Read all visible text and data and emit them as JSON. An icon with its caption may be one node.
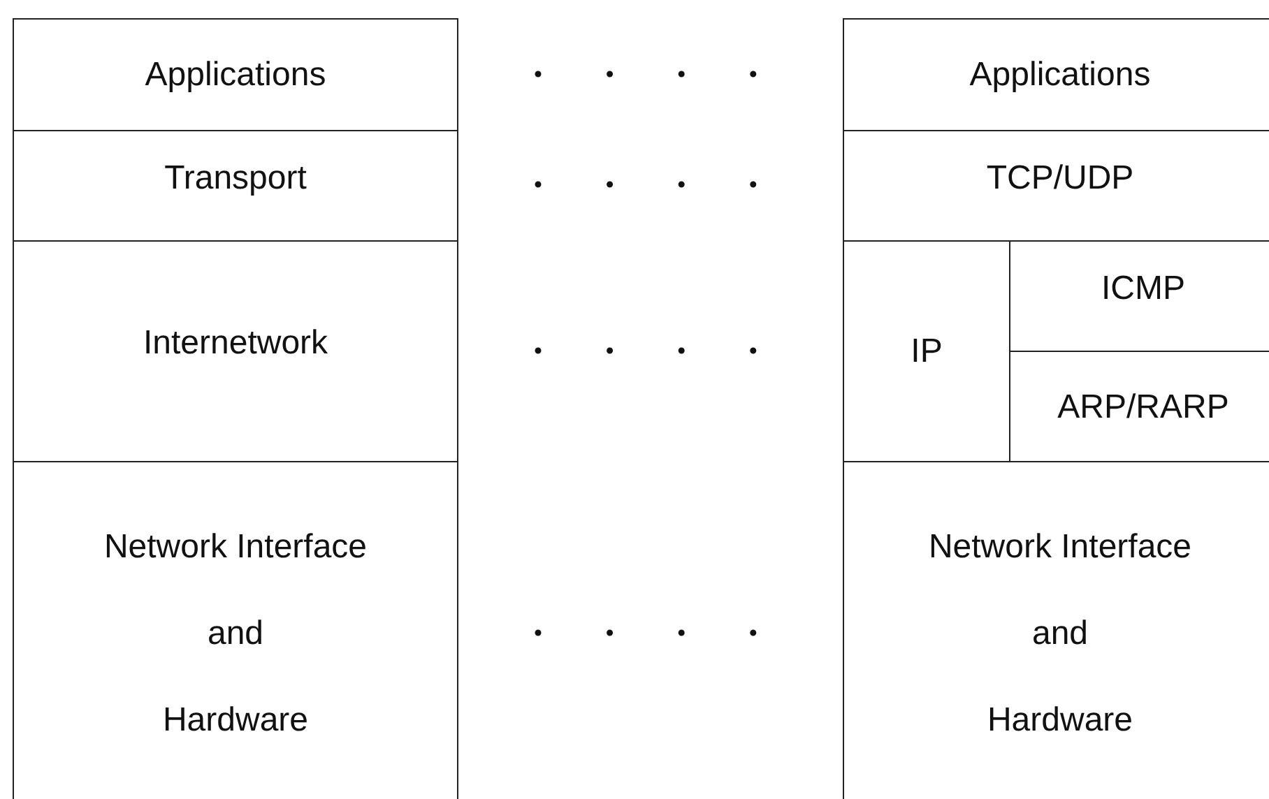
{
  "diagram": {
    "nodes": [
      {
        "text": [
          "Applications"
        ]
      },
      {
        "text": [
          "Transport"
        ]
      },
      {
        "text": [
          "Internetwork"
        ]
      },
      {
        "text": [
          "Network Interface and Hardware"
        ]
      },
      {
        "text": [
          "Applications"
        ]
      },
      {
        "text": [
          "TCP/UDP"
        ]
      },
      {
        "text": [
          "IP"
        ]
      },
      {
        "text": [
          "ICMP"
        ]
      },
      {
        "text": [
          "ARP/RARP"
        ]
      },
      {
        "text": [
          "Network Interface and Hardware"
        ]
      }
    ],
    "edges": [
      {
        "from": 0,
        "to": 4,
        "arrow": "none",
        "style": "dashed"
      },
      {
        "from": 1,
        "to": 5,
        "arrow": "none",
        "style": "dashed"
      },
      {
        "from": 2,
        "to": 6,
        "arrow": "none",
        "style": "dashed"
      },
      {
        "from": 3,
        "to": 9,
        "arrow": "none",
        "style": "dashed"
      }
    ]
  }
}
